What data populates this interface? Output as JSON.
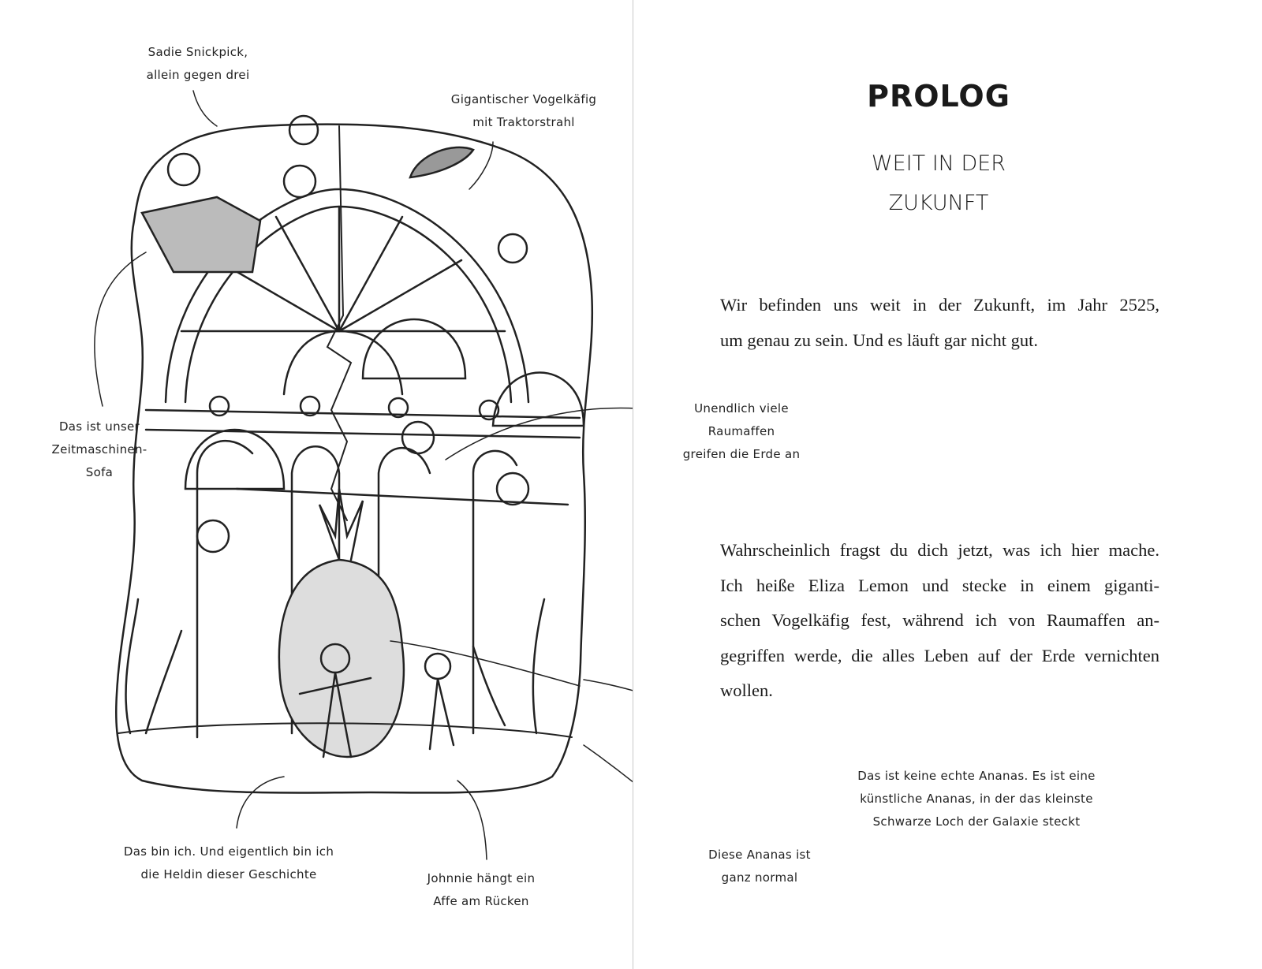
{
  "illustration": {
    "labels": {
      "sadie": [
        "Sadie Snickpick,",
        "allein gegen drei"
      ],
      "cage": [
        "Gigantischer Vogelkäfig",
        "mit Traktorstrahl"
      ],
      "sofa": [
        "Das ist unser",
        "Zeitmaschinen-",
        "Sofa"
      ],
      "monkeys": [
        "Unendlich viele",
        "Raumaffen",
        "greifen die Erde an"
      ],
      "fake_pineapple": [
        "Das ist keine echte Ananas. Es ist eine",
        "künstliche Ananas, in der das kleinste",
        "Schwarze Loch der Galaxie steckt"
      ],
      "normal_pineapple": [
        "Diese Ananas ist",
        "ganz normal"
      ],
      "heroine": [
        "Das bin ich. Und eigentlich bin ich",
        "die Heldin dieser Geschichte"
      ],
      "johnnie": [
        "Johnnie hängt ein",
        "Affe am Rücken"
      ]
    }
  },
  "chapter": {
    "title": "PROLOG",
    "subtitle": [
      "WEIT IN DER",
      "ZUKUNFT"
    ]
  },
  "paragraphs": [
    [
      "Wir befinden uns weit in der Zukunft, im Jahr 2525,",
      "um genau zu sein. Und es läuft gar nicht gut."
    ],
    [
      "Wahrscheinlich fragst du dich jetzt, was ich hier mache.",
      "Ich heiße Eliza Lemon und stecke in einem giganti-",
      "schen Vogelkäfig fest, während ich von Raumaffen an-",
      "gegriffen werde, die alles Leben auf der Erde vernichten",
      "wollen."
    ]
  ]
}
